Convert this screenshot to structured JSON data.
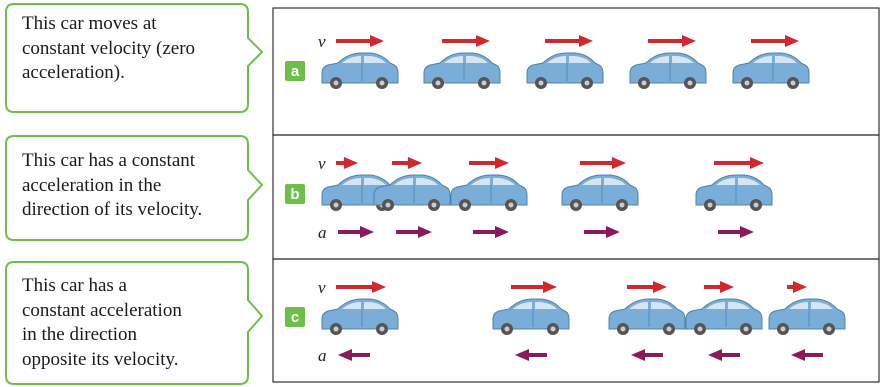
{
  "panels": [
    {
      "letter": "a",
      "description": [
        "This car moves at",
        "constant velocity (zero",
        "acceleration)."
      ],
      "velocity_label": "v",
      "acceleration_label": "",
      "car_positions": [
        358,
        460,
        563,
        666,
        769
      ],
      "velocity_arrow_lengths": [
        48,
        48,
        48,
        48,
        48
      ],
      "acceleration_arrow_lengths": [],
      "acceleration_direction": ""
    },
    {
      "letter": "b",
      "description": [
        "This car has a constant",
        "acceleration in the",
        "direction of its velocity."
      ],
      "velocity_label": "v",
      "acceleration_label": "a",
      "car_positions": [
        358,
        410,
        487,
        598,
        732
      ],
      "velocity_arrow_lengths": [
        22,
        30,
        40,
        46,
        50
      ],
      "acceleration_arrow_lengths": [
        36,
        36,
        36,
        36,
        36
      ],
      "acceleration_direction": "forward"
    },
    {
      "letter": "c",
      "description": [
        "This car has a",
        "constant acceleration",
        "in the direction",
        "opposite its velocity."
      ],
      "velocity_label": "v",
      "acceleration_label": "a",
      "car_positions": [
        358,
        529,
        645,
        722,
        805
      ],
      "velocity_arrow_lengths": [
        50,
        46,
        40,
        30,
        20
      ],
      "acceleration_arrow_lengths": [
        36,
        36,
        36,
        36,
        36
      ],
      "acceleration_direction": "backward"
    }
  ],
  "colors": {
    "callout_border": "#6cc04a",
    "panel_label_bg": "#6cc04a",
    "velocity_arrow": "#d0282e",
    "acceleration_arrow": "#8a1a5c",
    "car_body": "#7aaed8",
    "car_window": "#d4e6f4",
    "car_tire": "#555555"
  }
}
